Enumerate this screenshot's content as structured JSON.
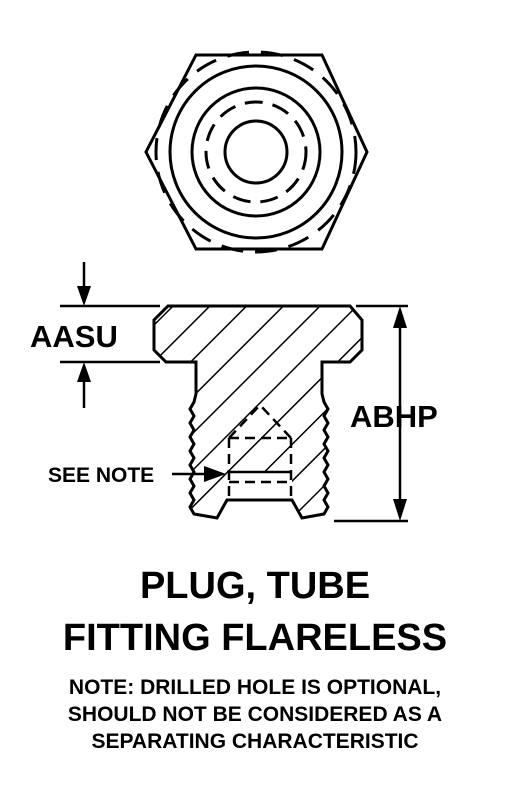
{
  "labels": {
    "aasu": "AASU",
    "abhp": "ABHP",
    "see_note": "SEE NOTE"
  },
  "title": {
    "line1": "PLUG, TUBE",
    "line2": "FITTING FLARELESS"
  },
  "note": {
    "line1": "NOTE: DRILLED HOLE IS OPTIONAL,",
    "line2": "SHOULD NOT BE CONSIDERED AS A",
    "line3": "SEPARATING CHARACTERISTIC"
  }
}
